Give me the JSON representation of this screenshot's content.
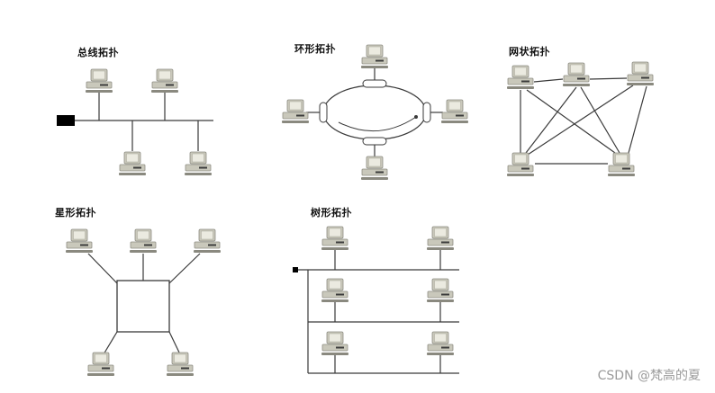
{
  "diagrams": {
    "bus": {
      "title": "总线拓扑"
    },
    "ring": {
      "title": "环形拓扑"
    },
    "mesh": {
      "title": "网状拓扑"
    },
    "star": {
      "title": "星形拓扑"
    },
    "tree": {
      "title": "树形拓扑"
    }
  },
  "watermark": "CSDN @梵高的夏",
  "colors": {
    "line": "#3a3a3a",
    "computer_case": "#c9c8bb",
    "computer_screen": "#ebeae0",
    "computer_dark": "#3b3b3b"
  }
}
